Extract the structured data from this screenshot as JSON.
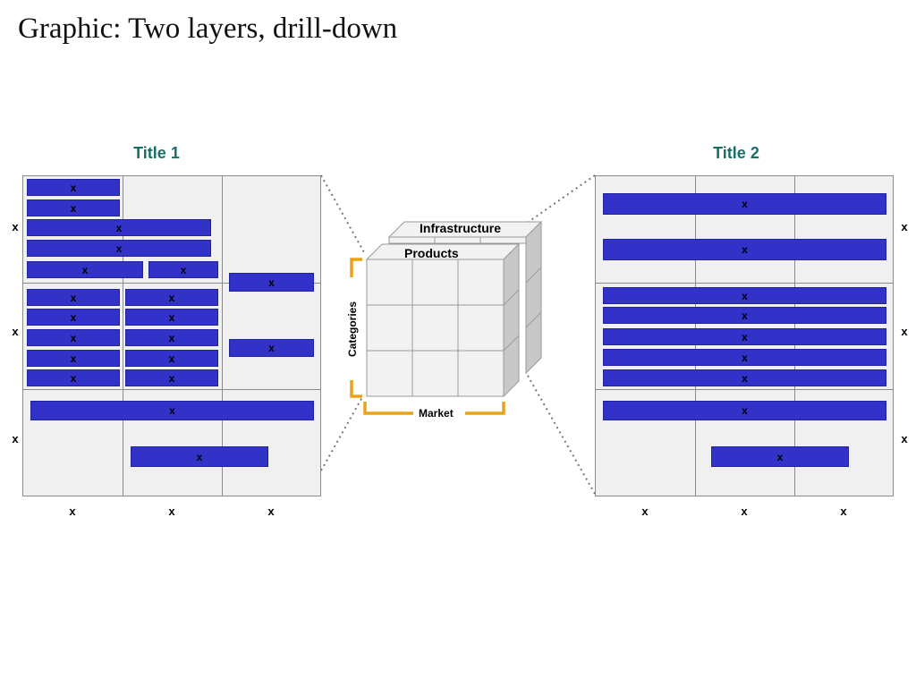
{
  "page_title": "Graphic: Two layers, drill-down",
  "colors": {
    "bar": "#3232c8",
    "title": "#1a6e66",
    "grid_bg": "#f0f0f0",
    "bracket": "#e8a317"
  },
  "panel1": {
    "title": "Title 1",
    "row_labels": [
      "x",
      "x",
      "x"
    ],
    "col_labels": [
      "x",
      "x",
      "x"
    ],
    "bar_label": "x"
  },
  "panel2": {
    "title": "Title 2",
    "row_labels": [
      "x",
      "x",
      "x"
    ],
    "col_labels": [
      "x",
      "x",
      "x"
    ],
    "bar_label": "x"
  },
  "cube": {
    "back_layer": "Infrastructure",
    "front_layer": "Products",
    "vertical_dim": "Categories",
    "horizontal_dim": "Market"
  }
}
